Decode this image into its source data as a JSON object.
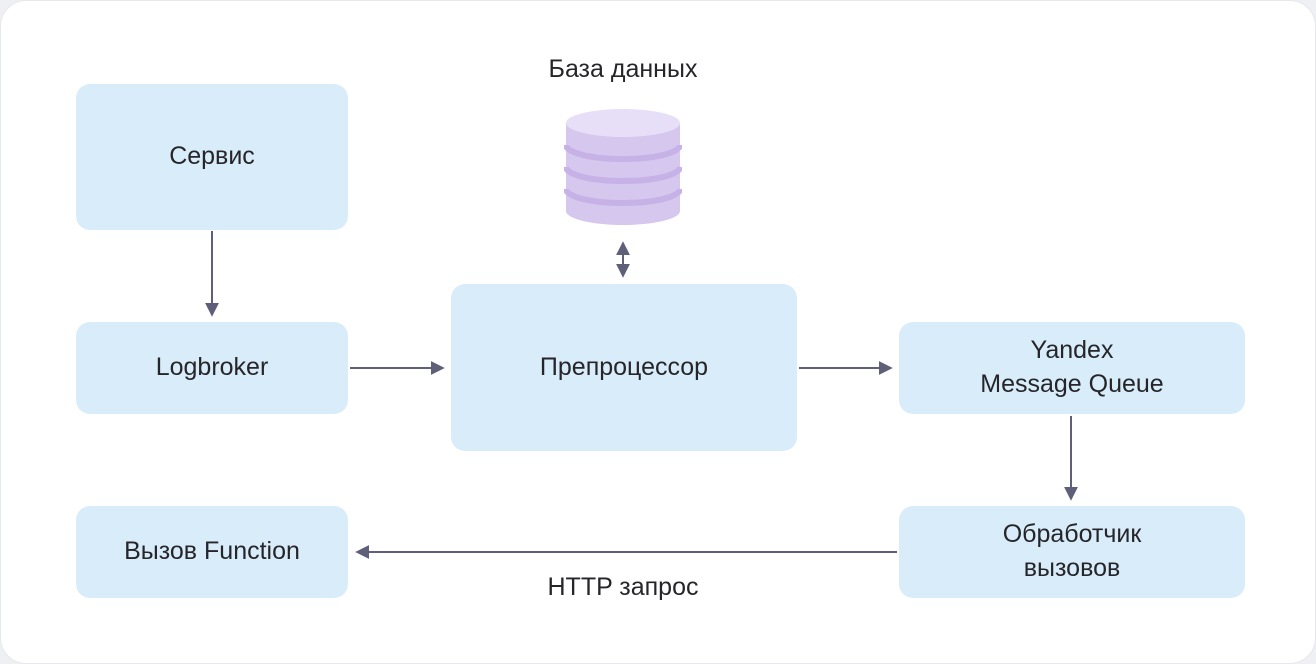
{
  "diagram": {
    "nodes": {
      "service": {
        "label": "Сервис"
      },
      "database": {
        "label": "База данных",
        "icon": "database-cylinder-icon"
      },
      "logbroker": {
        "label": "Logbroker"
      },
      "preprocessor": {
        "label": "Препроцессор"
      },
      "message_queue": {
        "label": "Yandex\nMessage Queue"
      },
      "handler": {
        "label": "Обработчик\nвызовов"
      },
      "function_call": {
        "label": "Вызов Function"
      }
    },
    "edge_labels": {
      "http_request": "HTTP запрос"
    },
    "colors": {
      "box_fill": "#d9ecf9",
      "text": "#26262a",
      "arrow": "#5f5f7a",
      "db_body": "#d6c7ee",
      "db_top": "#e7def7",
      "db_band": "#c6b2e6",
      "card_bg": "#ffffff",
      "page_bg": "#eef0f4"
    }
  }
}
